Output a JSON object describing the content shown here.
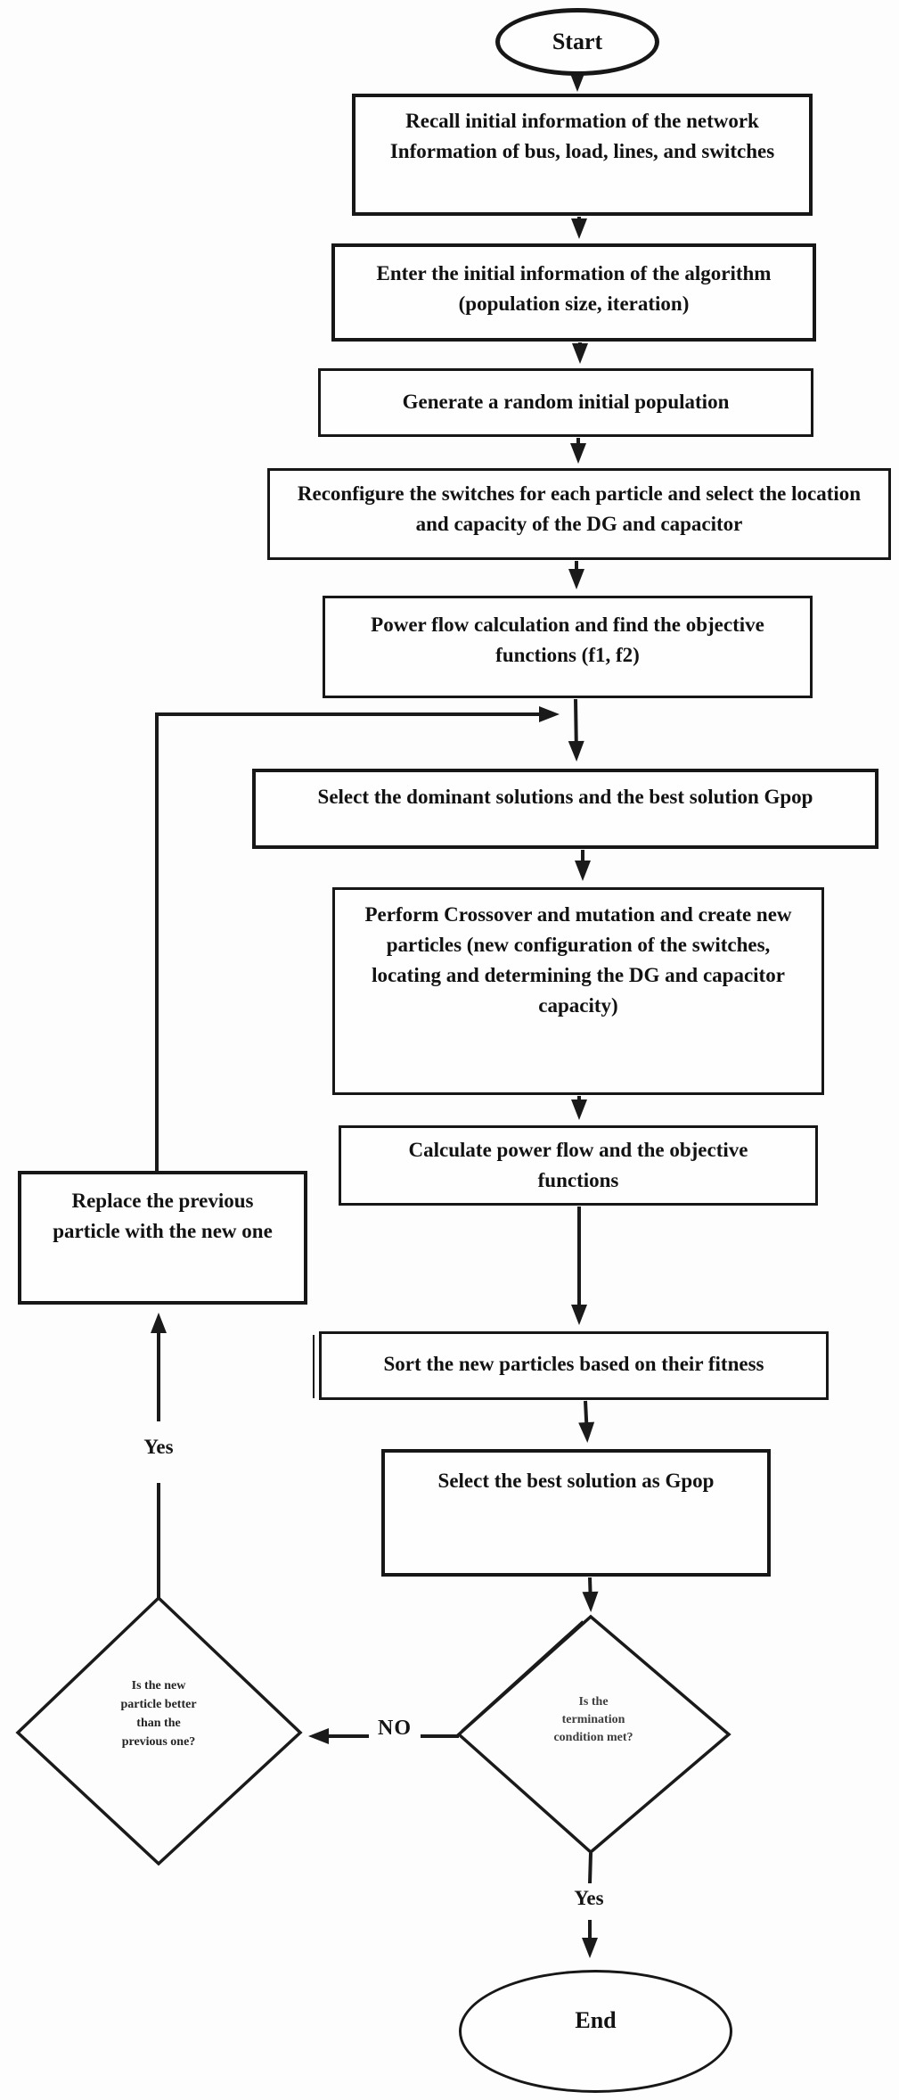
{
  "page": {
    "background": "#fdfdfd",
    "ink": "#1a1a1a"
  },
  "nodes": {
    "start": {
      "shape": "terminator",
      "lines": [
        "Start"
      ]
    },
    "recall": {
      "shape": "process",
      "lines": [
        "Recall initial information of the network",
        "Information of bus, load, lines, and switches"
      ]
    },
    "enter_info": {
      "shape": "process",
      "lines": [
        "Enter the initial information of the algorithm",
        "(population size, iteration)"
      ]
    },
    "generate": {
      "shape": "process",
      "lines": [
        "Generate a random initial population"
      ]
    },
    "reconfigure": {
      "shape": "process",
      "lines": [
        "Reconfigure the switches for each particle and select the location",
        "and capacity of the DG and capacitor"
      ]
    },
    "power_flow": {
      "shape": "process",
      "lines": [
        "Power flow calculation and find the objective",
        "functions (f1, f2)"
      ]
    },
    "select_dominant": {
      "shape": "process",
      "lines": [
        "Select the dominant solutions and the best solution Gpop"
      ]
    },
    "crossover": {
      "shape": "process",
      "lines": [
        "Perform Crossover and mutation and create new",
        "particles (new configuration of the switches,",
        "locating and determining the DG and capacitor",
        "capacity)"
      ]
    },
    "calc_power": {
      "shape": "process",
      "lines": [
        "Calculate power flow and the objective",
        "functions"
      ]
    },
    "replace": {
      "shape": "process",
      "lines": [
        "Replace the previous",
        "particle with the new one"
      ]
    },
    "sort": {
      "shape": "process",
      "lines": [
        "Sort the new particles based on their fitness"
      ]
    },
    "select_best": {
      "shape": "process",
      "lines": [
        "Select the best solution as Gpop"
      ]
    },
    "termination": {
      "shape": "decision",
      "lines": [
        "Is the",
        "termination",
        "condition met?"
      ]
    },
    "better": {
      "shape": "decision",
      "lines": [
        "Is the new",
        "particle better",
        "than the",
        "previous one?"
      ]
    },
    "end": {
      "shape": "terminator",
      "lines": [
        "End"
      ]
    }
  },
  "edge_labels": {
    "no": "NO",
    "yes_left": "Yes",
    "yes_bottom": "Yes"
  }
}
